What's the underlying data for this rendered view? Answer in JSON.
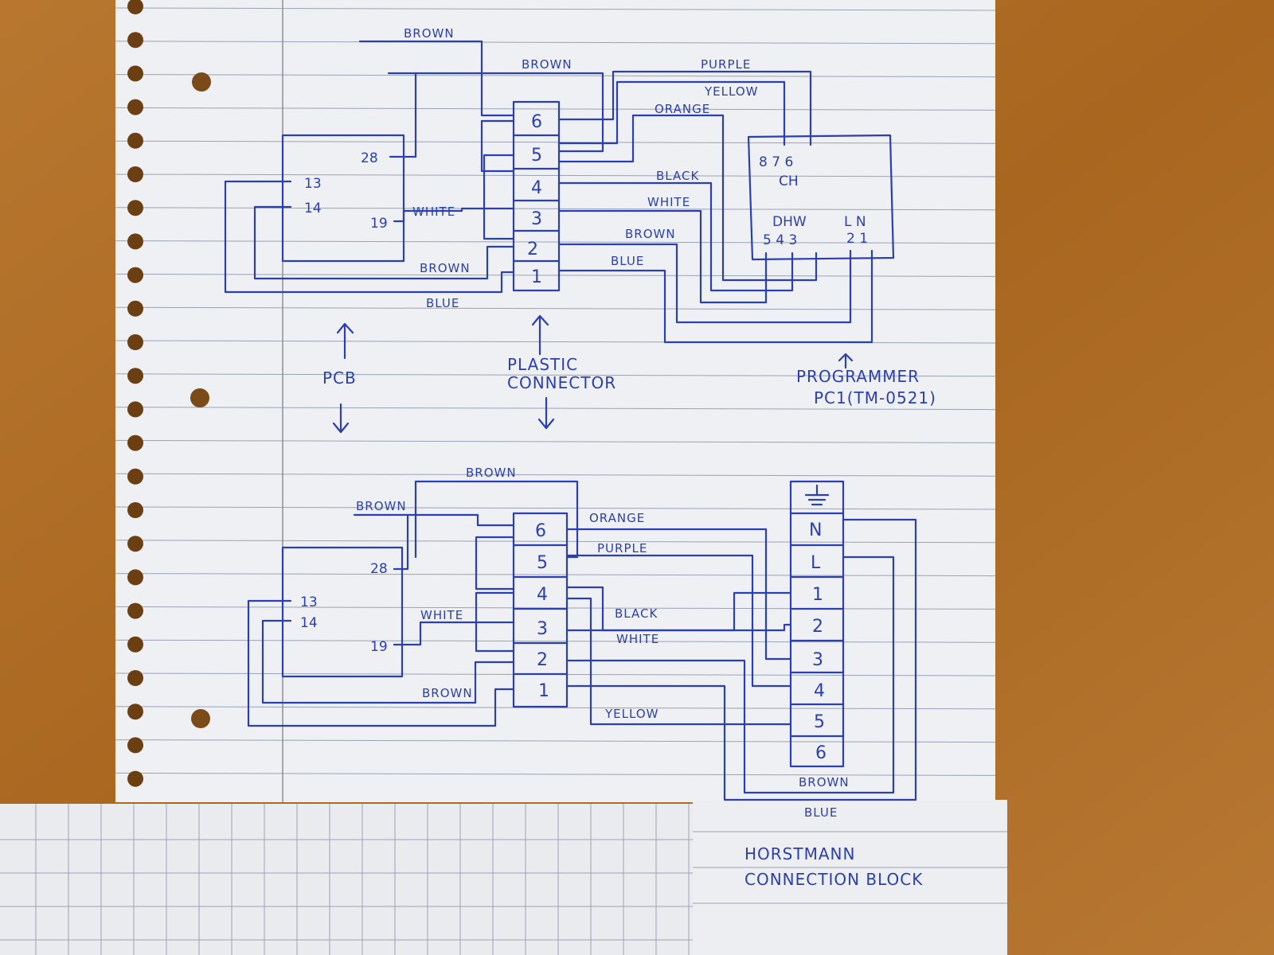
{
  "colors": {
    "ink": "#2b3fae",
    "paper": "#eef0f4",
    "wood": "#b06e2a",
    "rule": "#9aa3b3"
  },
  "top": {
    "pcb": {
      "pins": {
        "p28": "28",
        "p13": "13",
        "p14": "14",
        "p19": "19"
      },
      "caption": "PCB"
    },
    "connector": {
      "cells": [
        "6",
        "5",
        "4",
        "3",
        "2",
        "1"
      ],
      "caption_line1": "PLASTIC",
      "caption_line2": "CONNECTOR"
    },
    "programmer": {
      "top_pins": "8 7 6",
      "ch_label": "CH",
      "dhw_label": "DHW",
      "ln_label": "L N",
      "dhw_pins": "5 4 3",
      "ln_pins": "2 1",
      "caption_line1": "PROGRAMMER",
      "caption_line2": "PC1(TM-0521)"
    },
    "wire_labels": {
      "brown1": "BROWN",
      "brown2": "BROWN",
      "purple": "PURPLE",
      "yellow": "YELLOW",
      "orange": "ORANGE",
      "black": "BLACK",
      "white_r": "WHITE",
      "brown_r": "BROWN",
      "blue_r": "BLUE",
      "white_l": "WHITE",
      "brown_l": "BROWN",
      "blue_l": "BLUE"
    }
  },
  "bottom": {
    "pcb": {
      "pins": {
        "p28": "28",
        "p13": "13",
        "p14": "14",
        "p19": "19"
      }
    },
    "connector": {
      "cells": [
        "6",
        "5",
        "4",
        "3",
        "2",
        "1"
      ]
    },
    "terminal_block": {
      "cells": [
        "N",
        "L",
        "1",
        "2",
        "3",
        "4",
        "5",
        "6"
      ],
      "earth_icon": "earth-ground-icon",
      "caption_line1": "HORSTMANN",
      "caption_line2": "CONNECTION BLOCK"
    },
    "wire_labels": {
      "brown_top": "BROWN",
      "brown_l1": "BROWN",
      "orange": "ORANGE",
      "purple": "PURPLE",
      "white_l": "WHITE",
      "black": "BLACK",
      "white_r": "WHITE",
      "brown_l2": "BROWN",
      "yellow": "YELLOW",
      "brown_b": "BROWN",
      "blue_b": "BLUE"
    }
  }
}
